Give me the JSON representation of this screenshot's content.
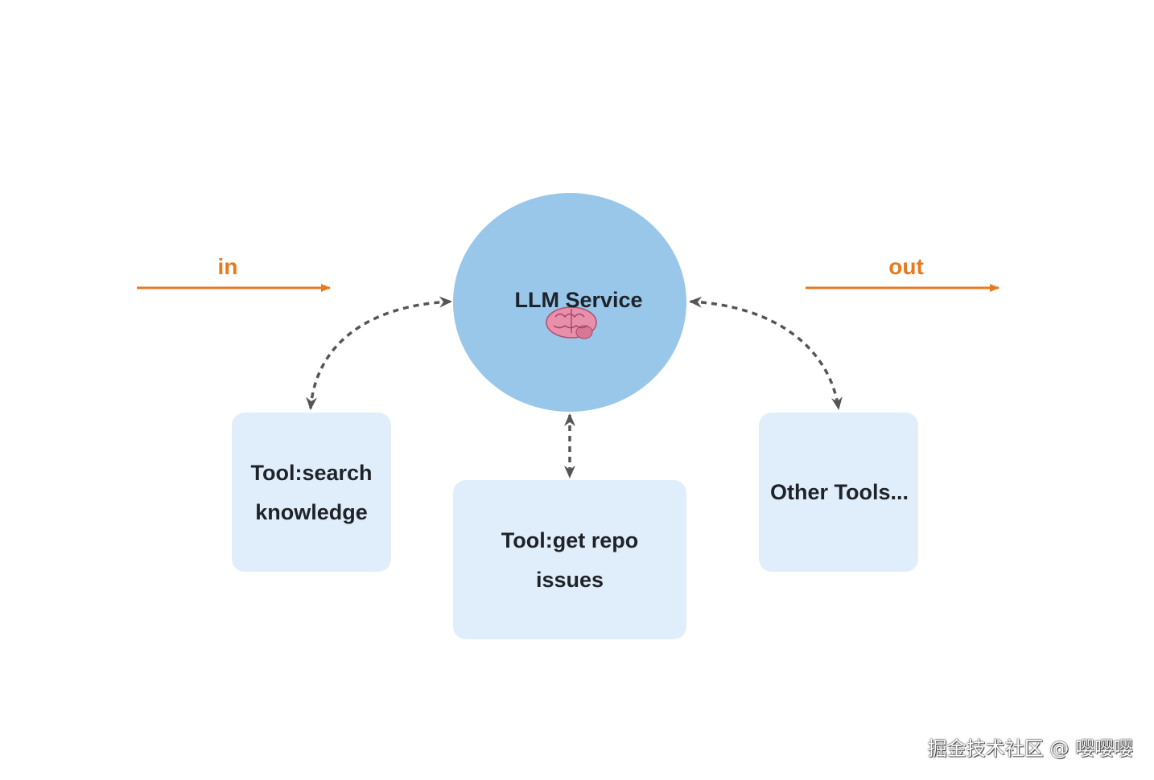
{
  "colors": {
    "flow_arrow": "#e8791e",
    "llm_circle": "#98c7ea",
    "tool_box": "#e0eefb",
    "connector": "#555555",
    "text": "#1f2329"
  },
  "flow": {
    "in_label": "in",
    "out_label": "out"
  },
  "llm": {
    "label": "LLM Service",
    "icon": "brain-icon"
  },
  "tools": [
    {
      "line1": "Tool:search",
      "line2": "knowledge"
    },
    {
      "line1": "Tool:get repo",
      "line2": "issues"
    },
    {
      "line1": "Other Tools...",
      "line2": ""
    }
  ],
  "watermark": "掘金技术社区 @ 嘤嘤嘤"
}
